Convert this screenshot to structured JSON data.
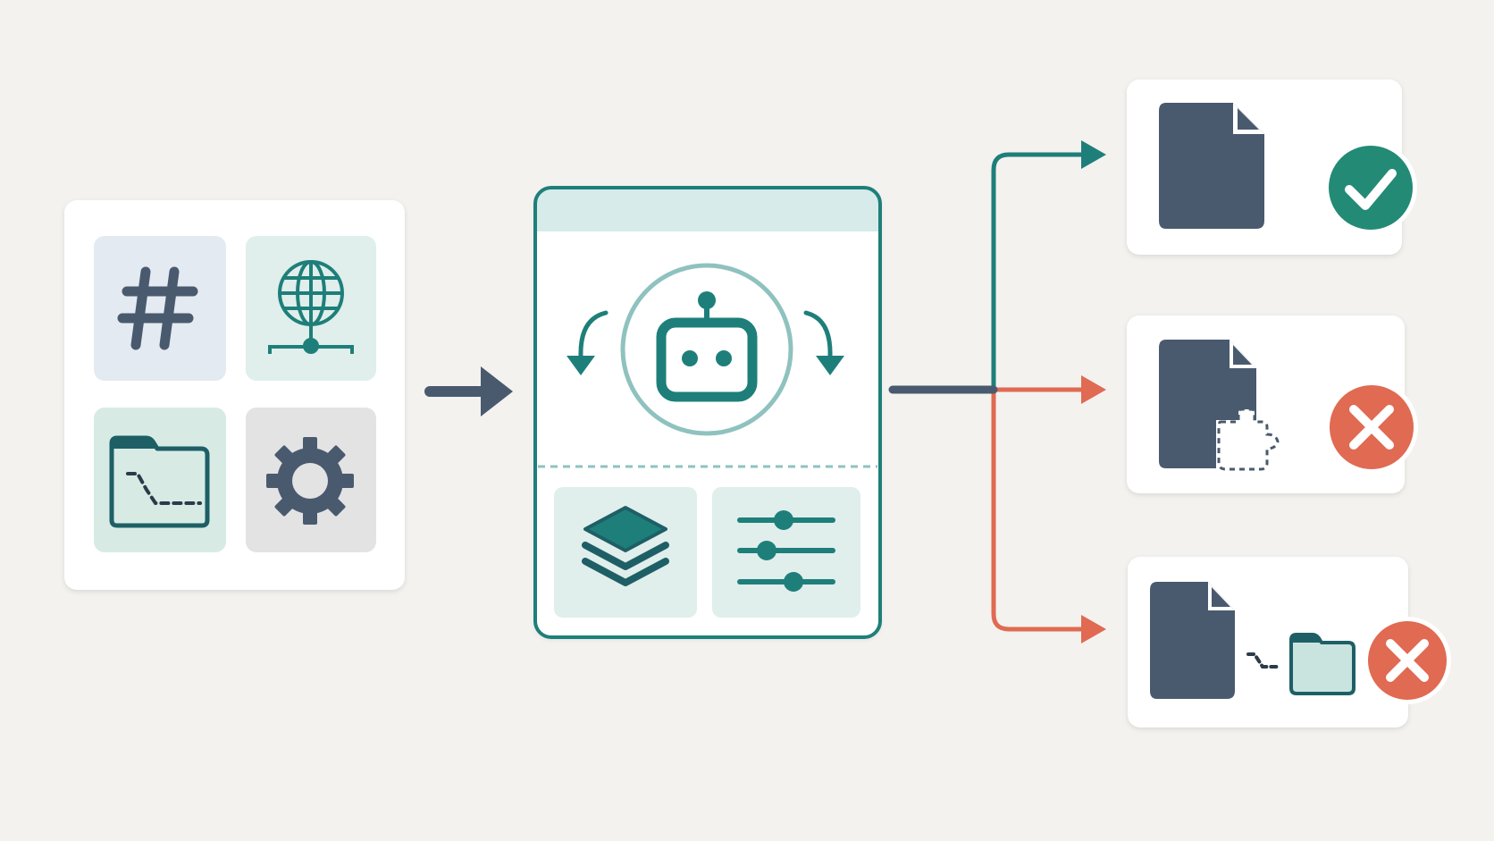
{
  "colors": {
    "background": "#f3f2ef",
    "panel": "#ffffff",
    "teal": "#1e7f7a",
    "teal_light": "#d6ebea",
    "ring": "#8fc2bf",
    "slate": "#4a5a6e",
    "red": "#e06a52",
    "success": "#238a76",
    "tile_hash": "#e4eaf1",
    "tile_globe": "#e0eeec",
    "tile_folder": "#d7ebe4",
    "tile_gear": "#e3e3e4"
  },
  "inputs": {
    "tiles": [
      {
        "icon": "hash-icon"
      },
      {
        "icon": "globe-network-icon"
      },
      {
        "icon": "folder-terminal-icon"
      },
      {
        "icon": "gear-icon"
      }
    ]
  },
  "processor": {
    "center_icon": "robot-icon",
    "cycle_icons": [
      "cycle-arrow-left-icon",
      "cycle-arrow-right-icon"
    ],
    "tools": [
      {
        "icon": "layers-icon"
      },
      {
        "icon": "sliders-icon"
      }
    ]
  },
  "outcomes": [
    {
      "status": "success",
      "doc_icon": "document-icon",
      "badge_icon": "check-icon"
    },
    {
      "status": "failure",
      "doc_icon": "document-missing-piece-icon",
      "badge_icon": "x-icon"
    },
    {
      "status": "failure",
      "doc_icon": "document-to-folder-icon",
      "badge_icon": "x-icon"
    }
  ]
}
